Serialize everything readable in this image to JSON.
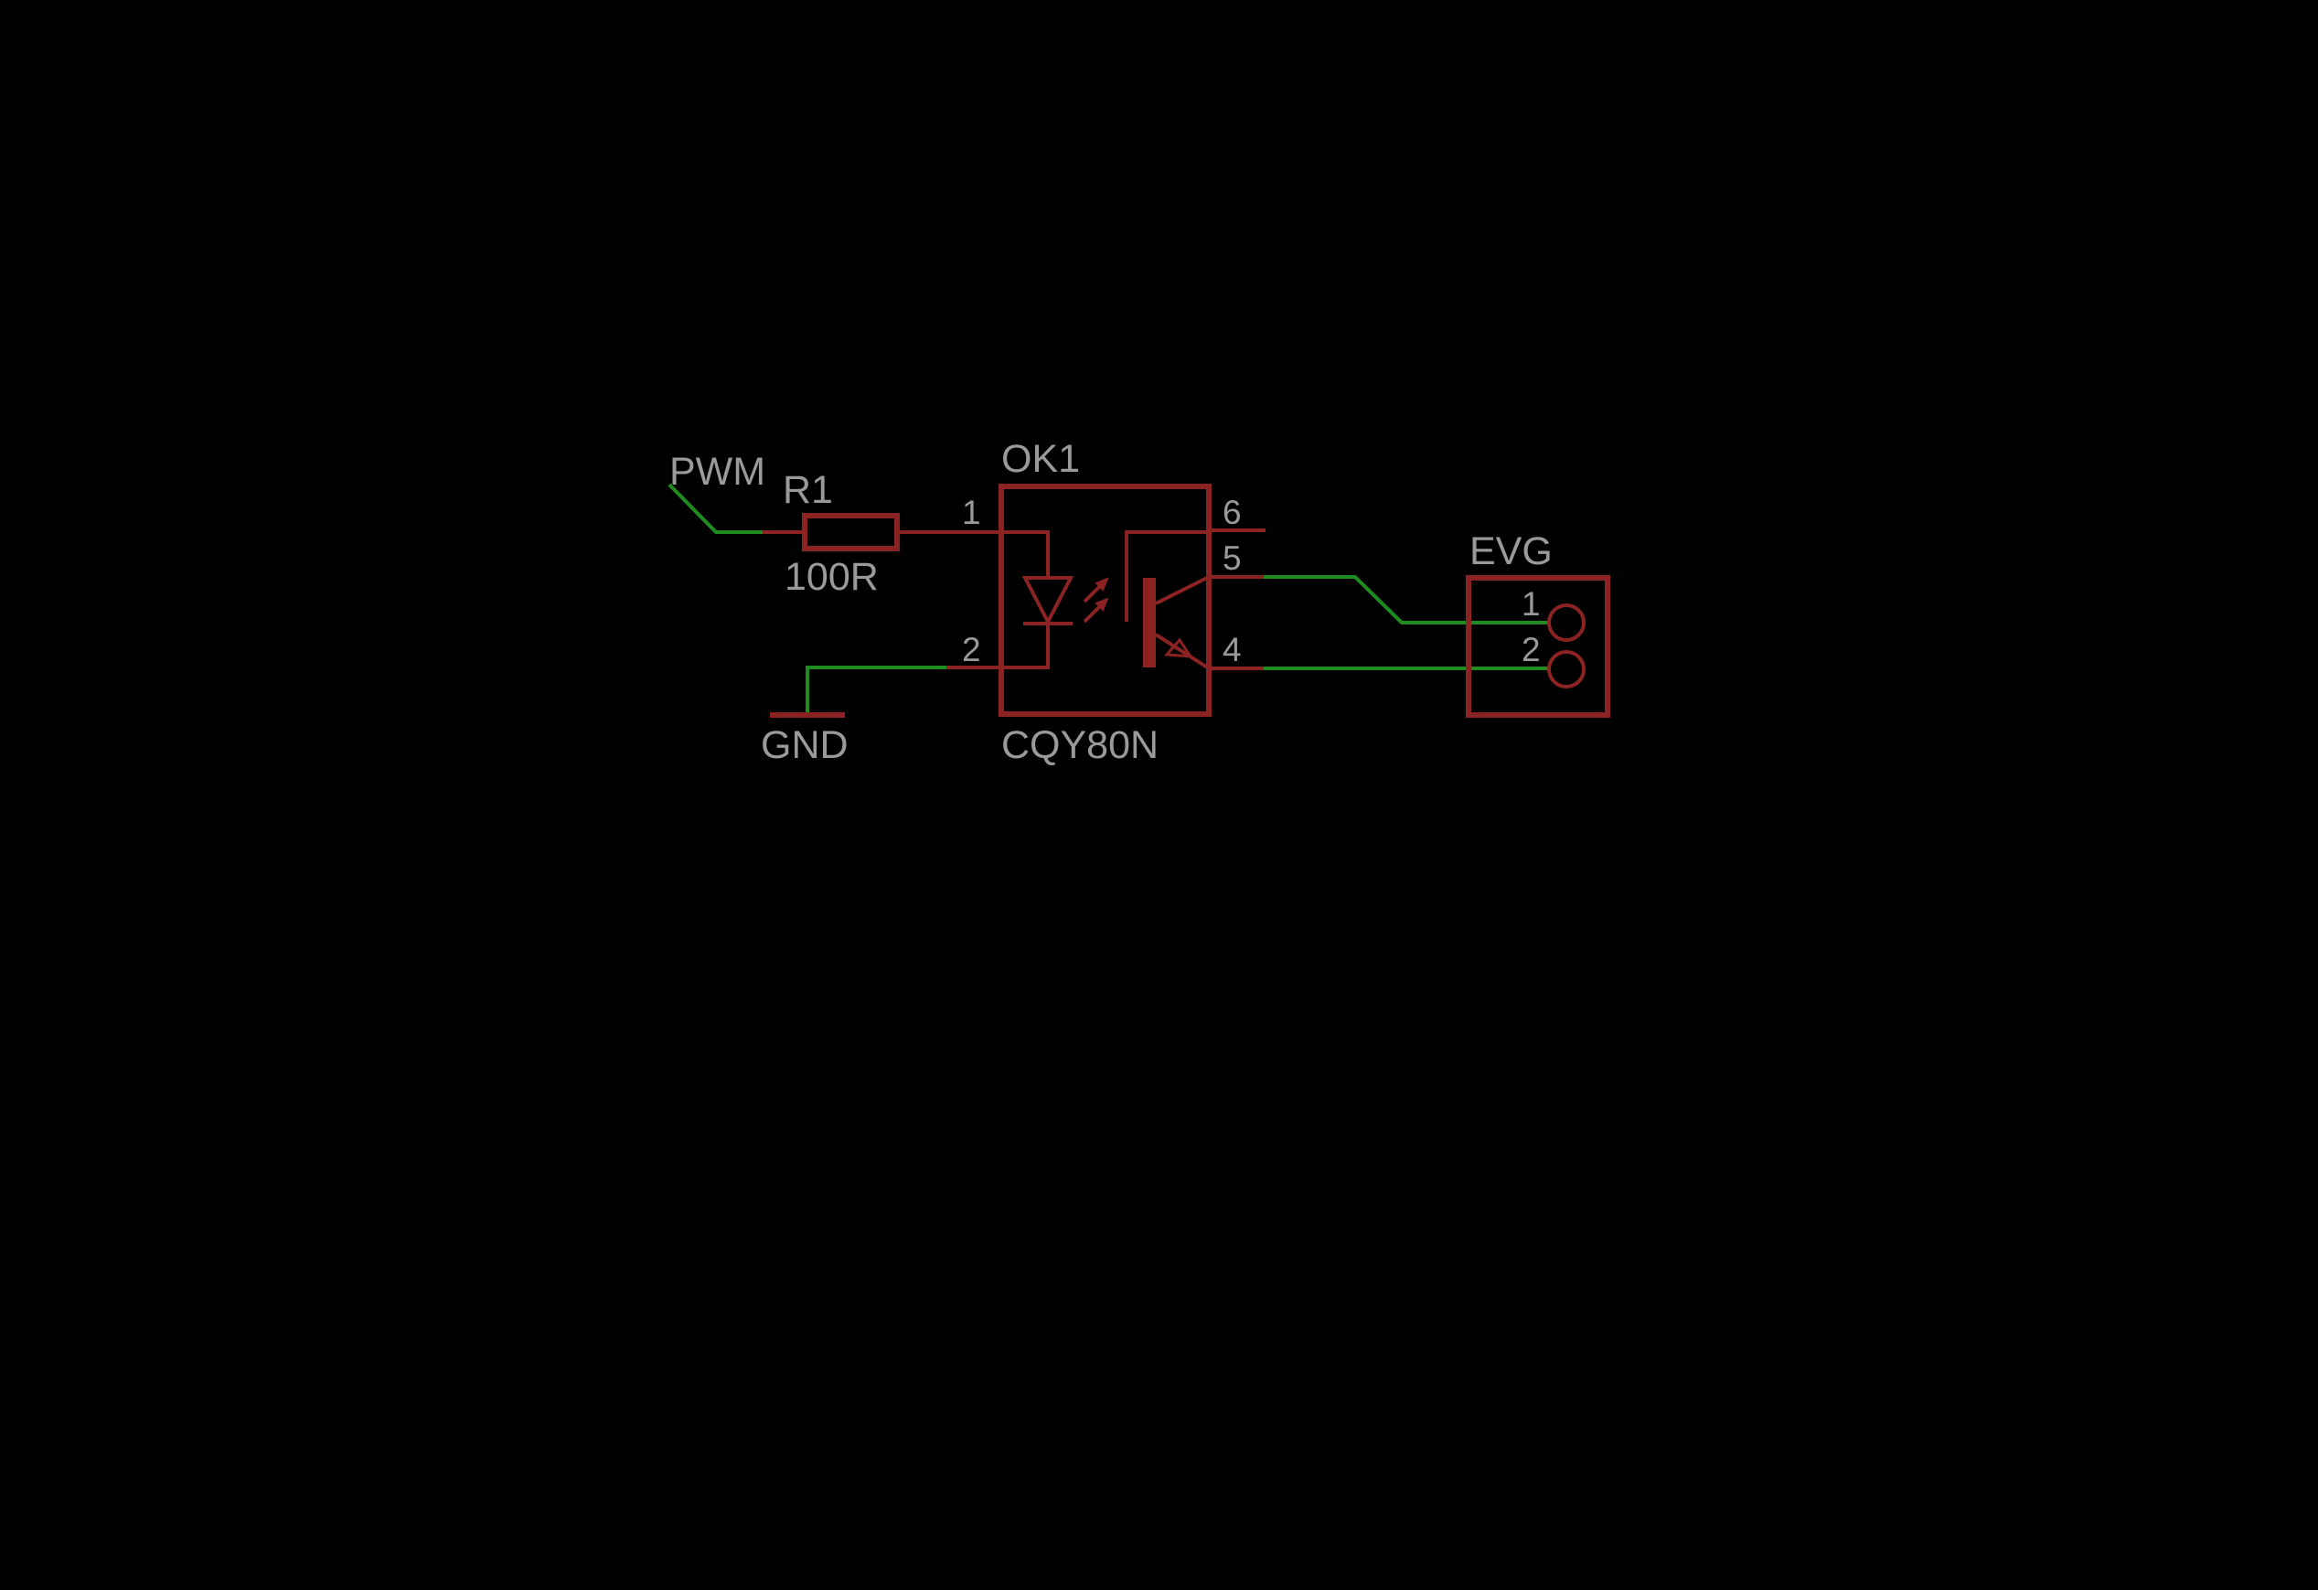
{
  "colors": {
    "background": "#000000",
    "symbol": "#8b2323",
    "wire": "#1e8c1e",
    "text": "#9a9a9a"
  },
  "net_labels": {
    "pwm": "PWM",
    "gnd": "GND"
  },
  "resistor": {
    "name": "R1",
    "value": "100R"
  },
  "optocoupler": {
    "name": "OK1",
    "value": "CQY80N",
    "pins": [
      "1",
      "2",
      "6",
      "5",
      "4"
    ]
  },
  "connector": {
    "name": "EVG",
    "pins": [
      "1",
      "2"
    ]
  }
}
